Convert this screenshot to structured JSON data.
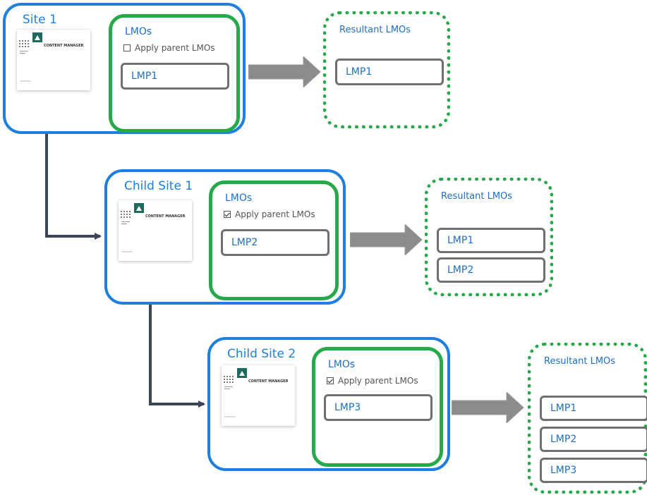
{
  "stages": [
    {
      "site_title": "Site 1",
      "thumb_label": "CONTENT MANAGER",
      "lmo_title": "LMOs",
      "apply_label": "Apply parent LMOs",
      "apply_checked": false,
      "lmps": [
        "LMP1"
      ],
      "result_title": "Resultant LMOs",
      "result_lmps": [
        "LMP1"
      ]
    },
    {
      "site_title": "Child Site 1",
      "thumb_label": "CONTENT MANAGER",
      "lmo_title": "LMOs",
      "apply_label": "Apply parent LMOs",
      "apply_checked": true,
      "lmps": [
        "LMP2"
      ],
      "result_title": "Resultant LMOs",
      "result_lmps": [
        "LMP1",
        "LMP2"
      ]
    },
    {
      "site_title": "Child Site 2",
      "thumb_label": "CONTENT MANAGER",
      "lmo_title": "LMOs",
      "apply_label": "Apply parent LMOs",
      "apply_checked": true,
      "lmps": [
        "LMP3"
      ],
      "result_title": "Resultant LMOs",
      "result_lmps": [
        "LMP1",
        "LMP2",
        "LMP3"
      ]
    }
  ],
  "colors": {
    "site_border": "#1f7fe0",
    "lmo_border": "#27a84a",
    "result_border": "#27a84a",
    "arrow_fill": "#8c8c8c",
    "connector": "#3a4558",
    "logo": "#1d6b5c"
  }
}
